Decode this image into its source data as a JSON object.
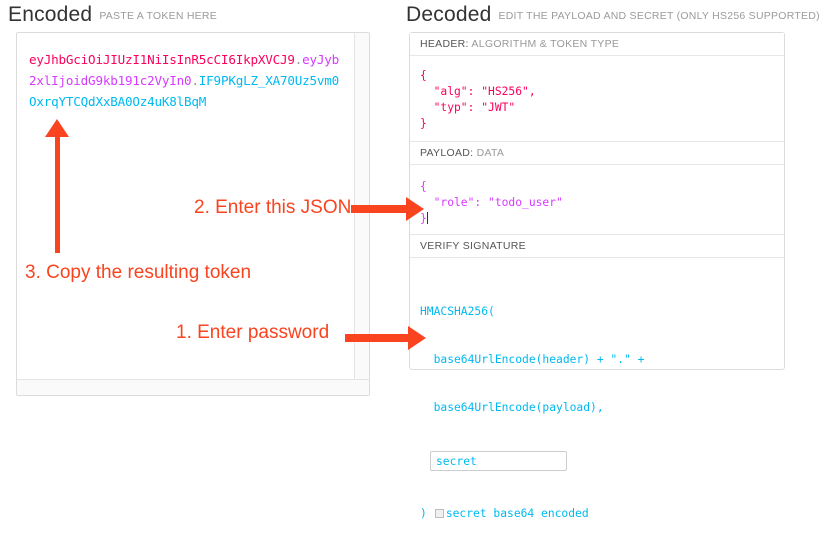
{
  "encoded": {
    "title": "Encoded",
    "subtitle": "PASTE A TOKEN HERE",
    "token": {
      "header_part": "eyJhbGciOiJIUzI1NiIsInR5cCI6IkpXVCJ9",
      "dot1": ".",
      "payload_part": "eyJyb2xlIjoidG9kb191c2VyIn0",
      "dot2": ".",
      "signature_part": "IF9PKgLZ_XA70Uz5vm0OxrqYTCQdXxBA0Oz4uK8lBqM",
      "full": "eyJhbGciOiJIUzI1NiIsInR5cCI6IkpXVCJ9.eyJyb2xlIjoidG9kb191c2VyIn0.IF9PKgLZ_XA70Uz5vm0OxrqYTCQdXxBA0Oz4uK8lBqM"
    },
    "colors": {
      "header": "#fb015b",
      "payload": "#d63aff",
      "signature": "#00b9f1"
    }
  },
  "decoded": {
    "title": "Decoded",
    "subtitle": "EDIT THE PAYLOAD AND SECRET (ONLY HS256 SUPPORTED)",
    "sections": {
      "header": {
        "label_strong": "HEADER:",
        "label_rest": " ALGORITHM & TOKEN TYPE",
        "content": "{\n  \"alg\": \"HS256\",\n  \"typ\": \"JWT\"\n}"
      },
      "payload": {
        "label_strong": "PAYLOAD:",
        "label_rest": " DATA",
        "content": "{\n  \"role\": \"todo_user\"\n}"
      },
      "signature": {
        "label_strong": "VERIFY SIGNATURE",
        "label_rest": "",
        "line1": "HMACSHA256(",
        "line2": "  base64UrlEncode(header) + \".\" +",
        "line3": "  base64UrlEncode(payload),",
        "secret_value": "secret",
        "closing_paren": ")",
        "base64_label": "secret base64 encoded",
        "base64_checked": false
      }
    }
  },
  "annotations": {
    "color": "#f9441f",
    "items": [
      {
        "id": "1",
        "text": "1. Enter password"
      },
      {
        "id": "2",
        "text": "2. Enter this JSON"
      },
      {
        "id": "3",
        "text": "3. Copy the resulting token"
      }
    ]
  }
}
